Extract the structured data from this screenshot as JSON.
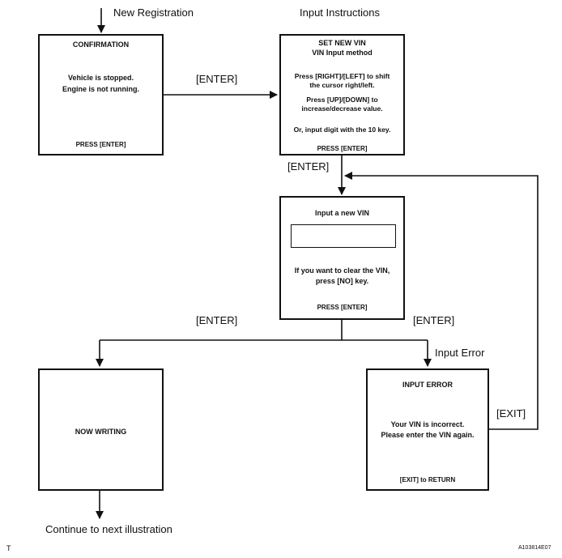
{
  "labels": {
    "new_registration": "New Registration",
    "input_instructions": "Input Instructions",
    "enter_1": "[ENTER]",
    "enter_2": "[ENTER]",
    "enter_3": "[ENTER]",
    "enter_4": "[ENTER]",
    "input_error": "Input Error",
    "exit": "[EXIT]",
    "continue": "Continue to next illustration",
    "corner_t": "T",
    "figure_code": "A103814E07"
  },
  "boxes": {
    "confirmation": {
      "title": "CONFIRMATION",
      "line1": "Vehicle is stopped.",
      "line2": "Engine is not running.",
      "footer": "PRESS [ENTER]"
    },
    "set_vin": {
      "title": "SET NEW VIN",
      "subtitle": "VIN Input method",
      "line1": "Press [RIGHT]/[LEFT] to shift",
      "line2": "the cursor right/left.",
      "line3": "Press [UP]/[DOWN]  to",
      "line4": "increase/decrease value.",
      "line5": "Or, input digit with the 10 key.",
      "footer": "PRESS [ENTER]"
    },
    "input_vin": {
      "title": "Input a new VIN",
      "line1": "If you want to clear the VIN,",
      "line2": "press [NO] key.",
      "footer": "PRESS [ENTER]"
    },
    "now_writing": {
      "title": "NOW WRITING"
    },
    "input_error": {
      "title": "INPUT  ERROR",
      "line1": "Your VIN is incorrect.",
      "line2": "Please enter the VIN again.",
      "footer": "[EXIT] to RETURN"
    }
  }
}
